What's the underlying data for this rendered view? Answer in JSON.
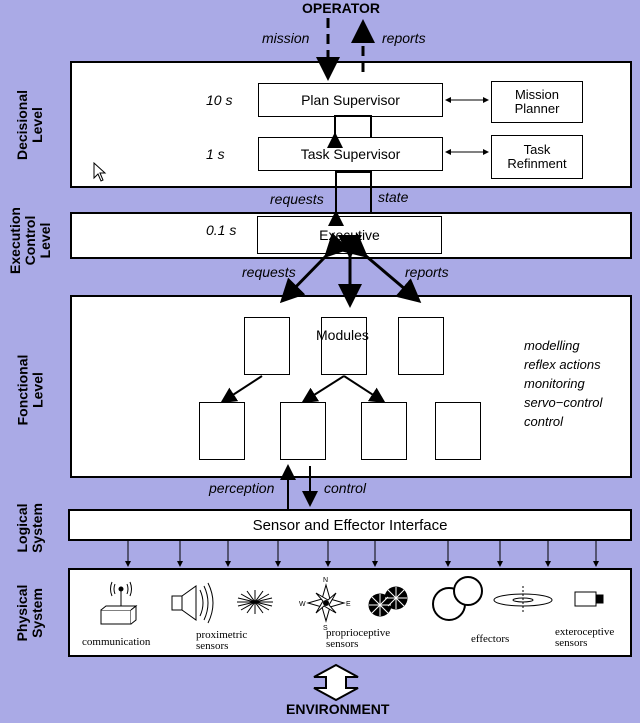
{
  "top_label": "OPERATOR",
  "bottom_label": "ENVIRONMENT",
  "levels": {
    "decisional": "Decisional Level",
    "execution": "Execution Control Level",
    "functional": "Fonctional Level",
    "logical": "Logical System",
    "physical": "Physical System"
  },
  "operator_flows": {
    "mission": "mission",
    "reports": "reports"
  },
  "decisional": {
    "plan_supervisor": {
      "label": "Plan Supervisor",
      "period": "10 s"
    },
    "task_supervisor": {
      "label": "Task Supervisor",
      "period": "1 s"
    },
    "mission_planner": "Mission Planner",
    "task_refinment": "Task Refinment"
  },
  "decisional_to_execution": {
    "requests": "requests",
    "state": "state"
  },
  "execution": {
    "executive": {
      "label": "Executive",
      "period": "0.1 s"
    }
  },
  "execution_to_functional": {
    "requests": "requests",
    "reports": "reports"
  },
  "functional": {
    "modules_label": "Modules",
    "functions": [
      "modelling",
      "reflex actions",
      "monitoring",
      "servo−control",
      "control"
    ]
  },
  "functional_to_logical": {
    "perception": "perception",
    "control": "control"
  },
  "logical": {
    "interface": "Sensor and Effector Interface"
  },
  "physical": {
    "devices": [
      {
        "label": "communication",
        "icon": "antenna-icon"
      },
      {
        "label": "proximetric sensors",
        "icon": "sonar-icon"
      },
      {
        "label": "proprioceptive sensors",
        "icon": "compass-icon"
      },
      {
        "label": "effectors",
        "icon": "wheels-icon"
      },
      {
        "label": "exteroceptive sensors",
        "icon": "camera-icon"
      }
    ],
    "compass_letters": [
      "N",
      "E",
      "S",
      "W"
    ]
  }
}
